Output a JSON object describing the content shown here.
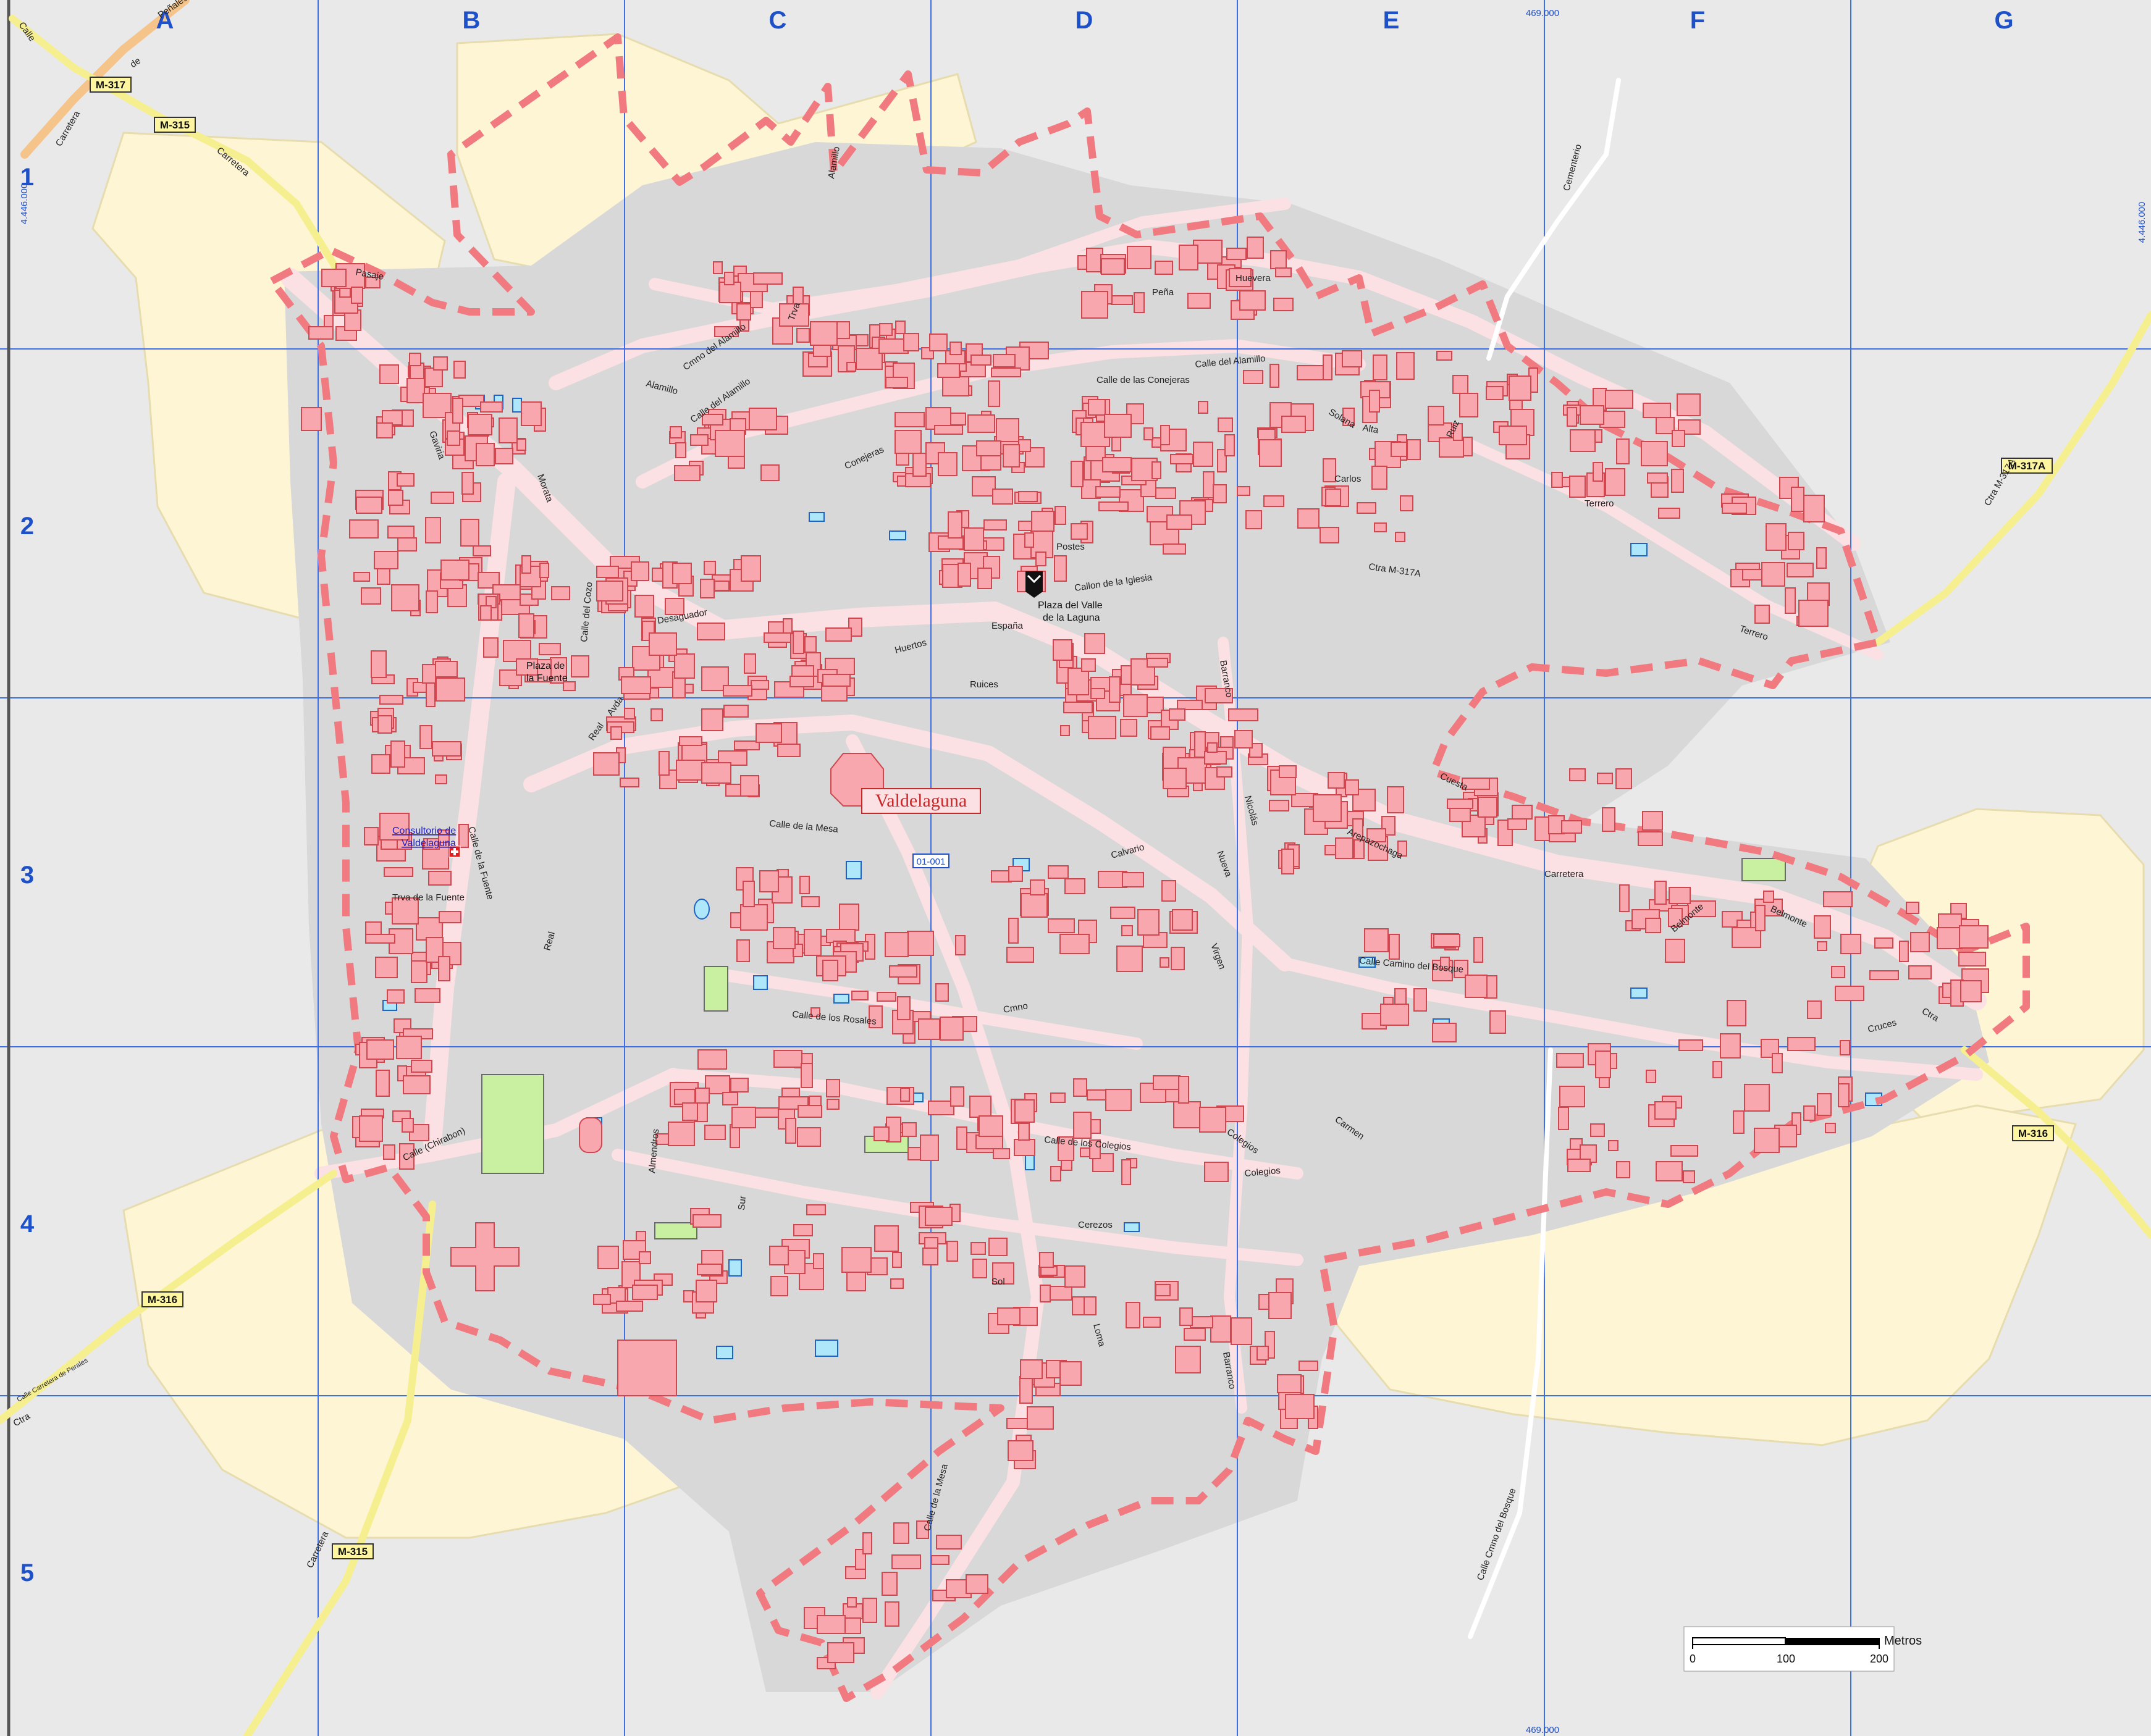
{
  "map": {
    "town_name": "Valdelaguna",
    "zone_code": "01-001",
    "columns": [
      "A",
      "B",
      "C",
      "D",
      "E",
      "F",
      "G"
    ],
    "rows": [
      "1",
      "2",
      "3",
      "4",
      "5"
    ],
    "coords": {
      "top_easting": "469.000",
      "bottom_easting": "469.000",
      "left_northing": "4.446.000",
      "right_northing": "4.446.000"
    },
    "road_badges": {
      "m317": "M-317",
      "m315_top": "M-315",
      "m317a": "M-317A",
      "m316_right": "M-316",
      "m316_left": "M-316",
      "m315_bottom": "M-315"
    },
    "poi": {
      "health_center_line1": "Consultorio de",
      "health_center_line2": "Valdelaguna",
      "square_line1": "Plaza del Valle",
      "square_line2": "de la Laguna",
      "plaza_fuente_1": "Plaza de",
      "plaza_fuente_2": "la Fuente"
    },
    "streets": {
      "s01": "Calle",
      "s02": "de",
      "s03": "Peñales",
      "s04": "Carretera",
      "s05": "Pasaje",
      "s06": "Calle del Alamillo",
      "s07": "Cmno del Alamillo",
      "s08": "Alamillo",
      "s09": "Trva",
      "s10": "Cementerio",
      "s11": "Calle de las Conejeras",
      "s12": "Peña",
      "s13": "Huevera",
      "s14": "Solana",
      "s15": "Alta",
      "s16": "Carlos",
      "s17": "Ruiz",
      "s18": "Terrero",
      "s19": "Ctra M-317A",
      "s20": "Postes",
      "s21": "Callon de la Iglesia",
      "s22": "España",
      "s23": "Huertos",
      "s24": "Ruices",
      "s25": "Desaguador",
      "s26": "Real",
      "s27": "Avda",
      "s28": "Calle de la Fuente",
      "s29": "Trva de la Fuente",
      "s30": "Calle de la Mesa",
      "s31": "Calle de los Rosales",
      "s32": "Calvario",
      "s33": "Arepazochaga",
      "s34": "Calle Camino del Bosque",
      "s35": "Belmonte",
      "s36": "Cruces",
      "s37": "Ctra",
      "s38": "Colegios",
      "s39": "Carmen",
      "s40": "Virgen",
      "s41": "Nicolás",
      "s42": "Barranco",
      "s43": "Cerezos",
      "s44": "Sol",
      "s45": "Loma",
      "s46": "Almendros",
      "s47": "Sur",
      "s48": "Calle (Chirabon)",
      "s49": "Gaviria",
      "s50": "Morata",
      "s51": "Calle del Cozo",
      "s52": "Calle Cmno del Bosque",
      "s53": "Cuesta",
      "s54": "Conejeras",
      "s55": "Calle Carretera de Perales",
      "s56": "Ctra",
      "s57": "Nueva",
      "s58": "Cmno",
      "s59": "Calle de los Colegios"
    },
    "scale": {
      "title": "Metros",
      "t0": "0",
      "t1": "100",
      "t2": "200"
    },
    "colors": {
      "background": "#e9e9e9",
      "farmland": "#fdf5d4",
      "urban": "#d8d8d8",
      "street": "#fbe0e4",
      "building_fill": "#f7a7ad",
      "building_stroke": "#d24650",
      "boundary": "#f07a80",
      "grid": "#3c6ee6",
      "grid_label": "#1e50c8",
      "pool": "#aee6fa",
      "green": "#c8f0a0",
      "road_yellow": "#f6ef90",
      "road_orange": "#f5c48a",
      "town_label": "#c82828"
    },
    "icons": [
      "church-icon",
      "health-center-icon"
    ]
  }
}
